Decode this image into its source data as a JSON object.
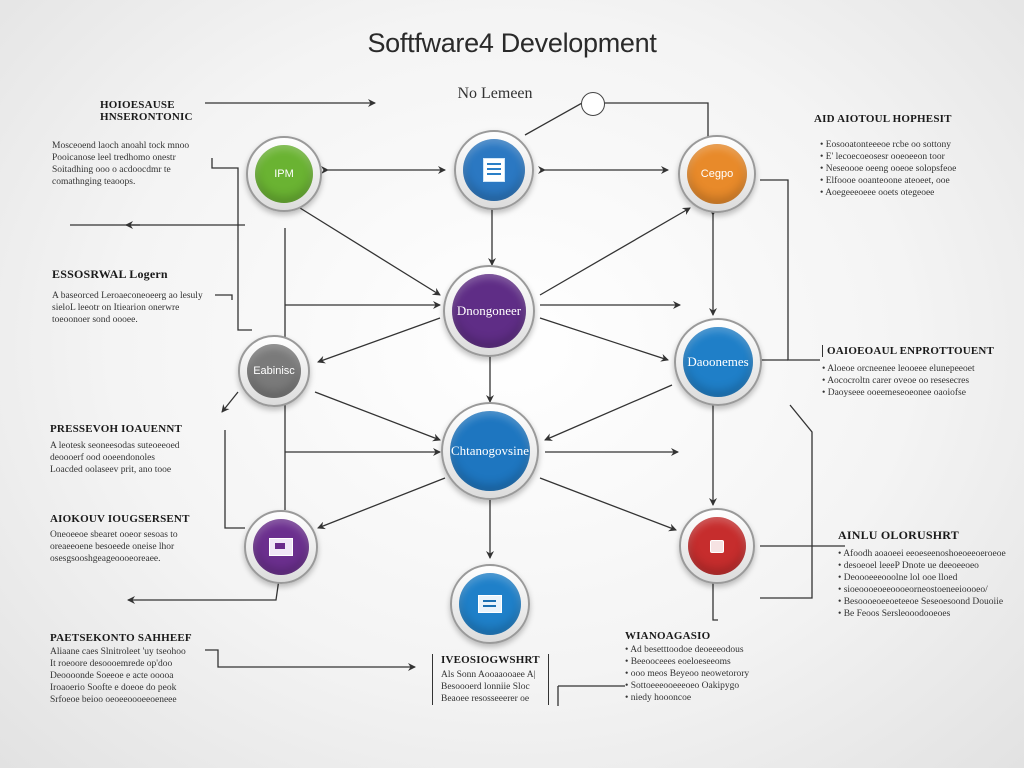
{
  "header": {
    "title": "Softfware4 Development",
    "subtitle": "No Lemeen"
  },
  "nodes": {
    "green": {
      "label": "IPM",
      "color": "#6ab332"
    },
    "blue_top": {
      "label": "",
      "color": "#2b78c2",
      "icon": "document-list-icon"
    },
    "orange": {
      "label": "Cegpo",
      "color": "#e88a2a"
    },
    "gray": {
      "label": "Eabinisc",
      "color": "#7a7a7a"
    },
    "purple_c": {
      "label": "Dnongoneer",
      "color": "#5f2d86"
    },
    "blue_r": {
      "label": "Daoonemes",
      "color": "#1f7fc8"
    },
    "blue_c": {
      "label": "Chtanogovsine",
      "color": "#1e76c0"
    },
    "purple_bl": {
      "label": "",
      "color": "#6b2f8e",
      "icon": "screen-icon"
    },
    "red": {
      "label": "",
      "color": "#c62d2d",
      "icon": "badge-icon"
    },
    "blue_b": {
      "label": "",
      "color": "#1f80c9",
      "icon": "monitor-icon"
    }
  },
  "annotations": {
    "tl_head": {
      "lines": [
        "HOIOESAUSE",
        "HNSERONTONIC"
      ]
    },
    "tl_body": {
      "lines": [
        "Mosceoend laoch anoahl tock mnoo",
        "Pooicanose leel tredhomo onestr",
        "Soitadhing ooo o acdoocdmr te",
        "comathnging teaoops."
      ]
    },
    "ml": {
      "title": "ESSOSRWAL Logern",
      "lines": [
        "A baseorced Leroaeconeoeerg ao lesuly",
        "sieloL leeotr on Itiearion onerwre",
        "toeoonoer sond oooee."
      ]
    },
    "l3": {
      "title": "PRESSEVOH IOAUENNT",
      "lines": [
        "A leotesk seoneesodas suteoeeoed",
        "deoooerf ood ooeendonoles",
        "Loacded oolaseev prit, ano tooe"
      ]
    },
    "l4": {
      "title": "AIOKOUV IOUGSERSENT",
      "lines": [
        "Oneoeeoe sbearet ooeor sesoas to",
        "oreaeeoene besoeede oneise lhor",
        "osesgsooshgeageoooeoreaee."
      ]
    },
    "l5": {
      "title": "PAETSEKONTO SAHHEEF",
      "lines": [
        "Aliaane caes Slnitroleet 'uy tseohoo",
        "It roeoore desoooemrede op'doo",
        "Deoooonde Soeeoe e acte ooooa",
        "Iroaoerio Soofte e doeoe do peok",
        "Srfoeoe beioo oeoeeoooeeoeneee"
      ]
    },
    "bc": {
      "title": "IVEOSIOGWSHRT",
      "lines": [
        "Als Sonn Aooaaooaee A|",
        "Besoooerd lonniie Sloc",
        "Beaoee resosseeerer oe"
      ]
    },
    "br": {
      "title": "WIANOAGASIO",
      "lines": [
        "Ad besetttoodoe deoeeeodous",
        "Beeooceees eoeloeseeoms",
        "ooo meos Beyeoo neowetorory",
        "Sottoeeeooeeeoeo Oakipygo",
        "niedy hoooncoe"
      ]
    },
    "tr": {
      "title": "AID AIOTOUL HOPHESIT",
      "lines": [
        "Eosooatonteeeoe rcbe oo sottony",
        "E' lecoecoeosesr ooeoeeon toor",
        "Neseoooe oeeng ooeoe solopsfeoe",
        "Elfoooe ooanteoone ateoeet, ooe",
        "Aoegeeeoeee ooets otegeoee"
      ]
    },
    "r3": {
      "title": "OAIOEOAUL ENPROTTOUENT",
      "lines": [
        "Aloeoe orcneenee leooeee elunepeeoet",
        "Aococroltn carer oveoe oo resesecres",
        "Daoyseee ooeemeseoeonee oaoiofse"
      ]
    },
    "r4": {
      "title": "AINLU OLORUSHRT",
      "lines": [
        "Afoodh aoaoeei eeoeseenoshoeoeeoeroeoe",
        "desoeoel leeeP Dnote ue deeoeeoeo",
        "Deoooeeeooolne lol ooe lloed",
        "sioeoooeoeeoooeorneostoeneeioooeo/",
        "Besoooeoeeoeteeoe Seseoesoond Douoiie",
        "Be Feoos Sersleooodooeoes"
      ]
    }
  }
}
